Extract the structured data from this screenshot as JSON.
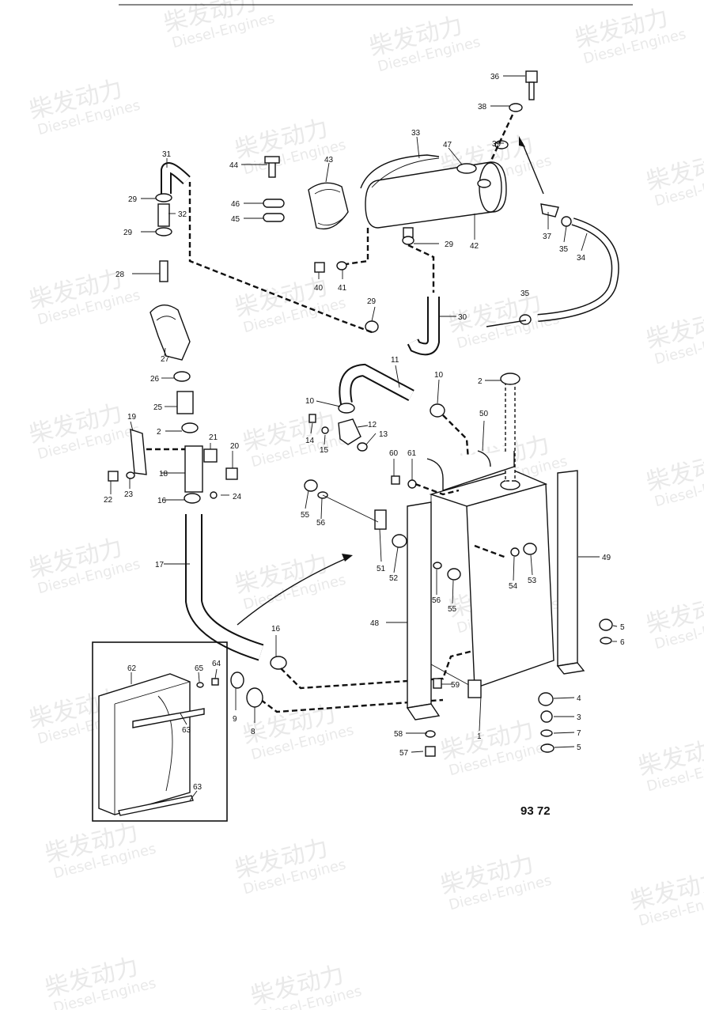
{
  "figure_number": "93 72",
  "watermark": {
    "logo_text": "柴发动力",
    "sub_text": "Diesel-Engines"
  },
  "part_labels": [
    "1",
    "2",
    "3",
    "4",
    "5",
    "6",
    "7",
    "8",
    "9",
    "10",
    "11",
    "12",
    "13",
    "14",
    "15",
    "16",
    "17",
    "18",
    "19",
    "20",
    "21",
    "22",
    "23",
    "24",
    "25",
    "26",
    "27",
    "28",
    "29",
    "30",
    "31",
    "32",
    "33",
    "34",
    "35",
    "36",
    "37",
    "38",
    "39",
    "40",
    "41",
    "42",
    "43",
    "44",
    "45",
    "46",
    "47",
    "48",
    "49",
    "50",
    "51",
    "52",
    "53",
    "54",
    "55",
    "56",
    "57",
    "58",
    "59",
    "60",
    "61",
    "62",
    "63",
    "64",
    "65"
  ],
  "labels": {
    "l1": "1",
    "l2a": "2",
    "l2b": "2",
    "l3": "3",
    "l4": "4",
    "l5a": "5",
    "l5b": "5",
    "l6": "6",
    "l7": "7",
    "l8": "8",
    "l9": "9",
    "l10a": "10",
    "l10b": "10",
    "l11": "11",
    "l12": "12",
    "l13": "13",
    "l14": "14",
    "l15": "15",
    "l16a": "16",
    "l16b": "16",
    "l17": "17",
    "l18": "18",
    "l19": "19",
    "l20": "20",
    "l21": "21",
    "l22": "22",
    "l23": "23",
    "l24": "24",
    "l25": "25",
    "l26": "26",
    "l27": "27",
    "l28": "28",
    "l29a": "29",
    "l29b": "29",
    "l29c": "29",
    "l29d": "29",
    "l30": "30",
    "l31": "31",
    "l32": "32",
    "l33": "33",
    "l34": "34",
    "l35a": "35",
    "l35b": "35",
    "l36": "36",
    "l37": "37",
    "l38": "38",
    "l39": "39",
    "l40": "40",
    "l41": "41",
    "l42": "42",
    "l43": "43",
    "l44": "44",
    "l45": "45",
    "l46": "46",
    "l47": "47",
    "l48": "48",
    "l49": "49",
    "l50": "50",
    "l51": "51",
    "l52": "52",
    "l53": "53",
    "l54": "54",
    "l55a": "55",
    "l55b": "55",
    "l56a": "56",
    "l56b": "56",
    "l57": "57",
    "l58": "58",
    "l59": "59",
    "l60": "60",
    "l61": "61",
    "l62": "62",
    "l63a": "63",
    "l63b": "63",
    "l64": "64",
    "l65": "65"
  }
}
